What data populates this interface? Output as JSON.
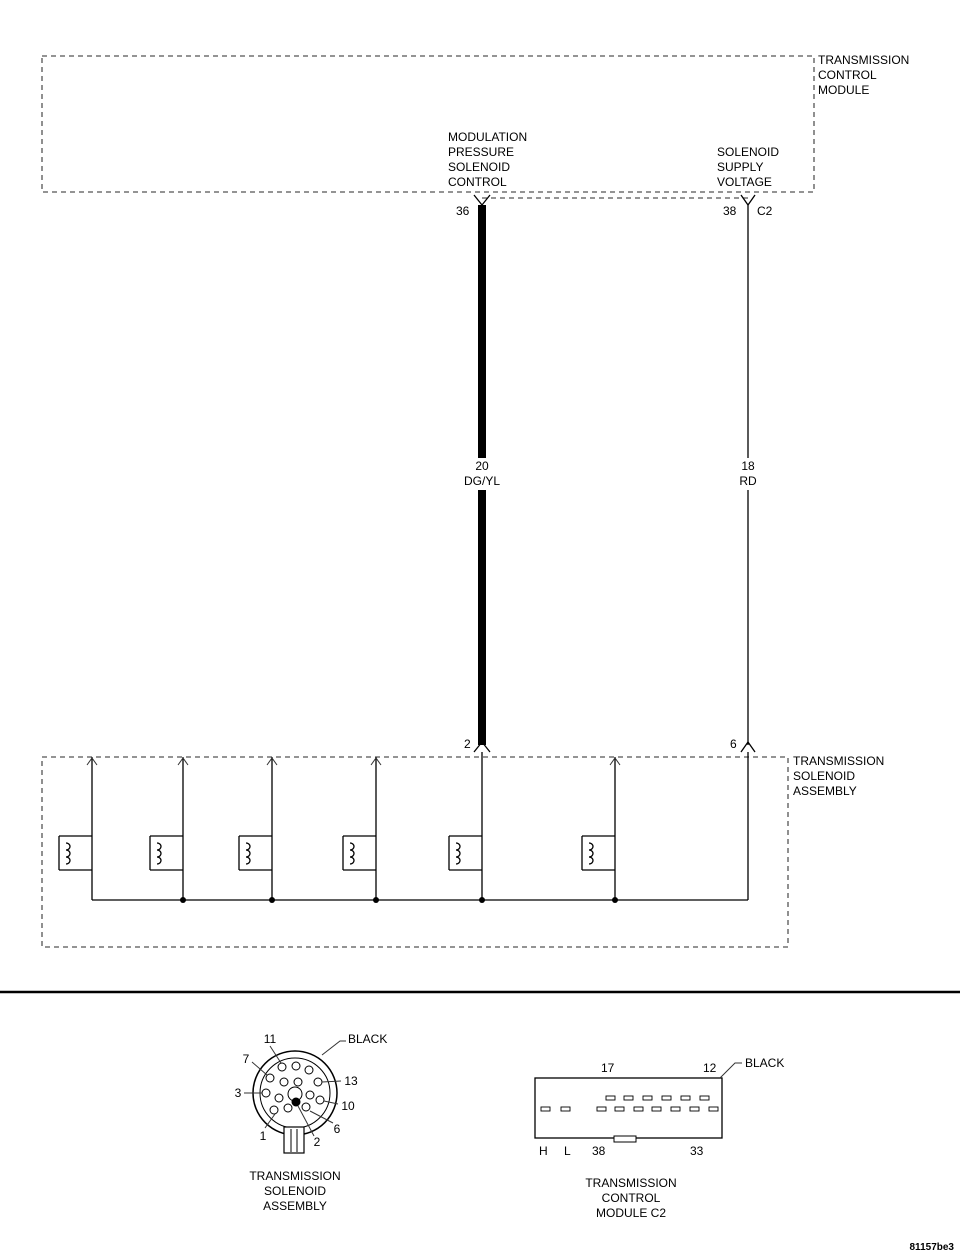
{
  "tcm": {
    "label_lines": [
      "TRANSMISSION",
      "CONTROL",
      "MODULE"
    ],
    "mod_label_lines": [
      "MODULATION",
      "PRESSURE",
      "SOLENOID",
      "CONTROL"
    ],
    "supply_label_lines": [
      "SOLENOID",
      "SUPPLY",
      "VOLTAGE"
    ],
    "pin_left": "36",
    "pin_right": "38",
    "connector": "C2"
  },
  "wires": {
    "left_gauge": "20",
    "left_color": "DG/YL",
    "right_gauge": "18",
    "right_color": "RD"
  },
  "solenoid_assembly": {
    "label_lines": [
      "TRANSMISSION",
      "SOLENOID",
      "ASSEMBLY"
    ],
    "pin_left": "2",
    "pin_right": "6"
  },
  "connector_round": {
    "color": "BLACK",
    "pins": [
      "11",
      "7",
      "3",
      "1",
      "2",
      "6",
      "10",
      "13"
    ],
    "label_lines": [
      "TRANSMISSION",
      "SOLENOID",
      "ASSEMBLY"
    ]
  },
  "connector_rect": {
    "color": "BLACK",
    "pin_17": "17",
    "pin_12": "12",
    "pin_h": "H",
    "pin_l": "L",
    "pin_38": "38",
    "pin_33": "33",
    "label_lines": [
      "TRANSMISSION",
      "CONTROL",
      "MODULE C2"
    ]
  },
  "figure_id": "81157be3"
}
